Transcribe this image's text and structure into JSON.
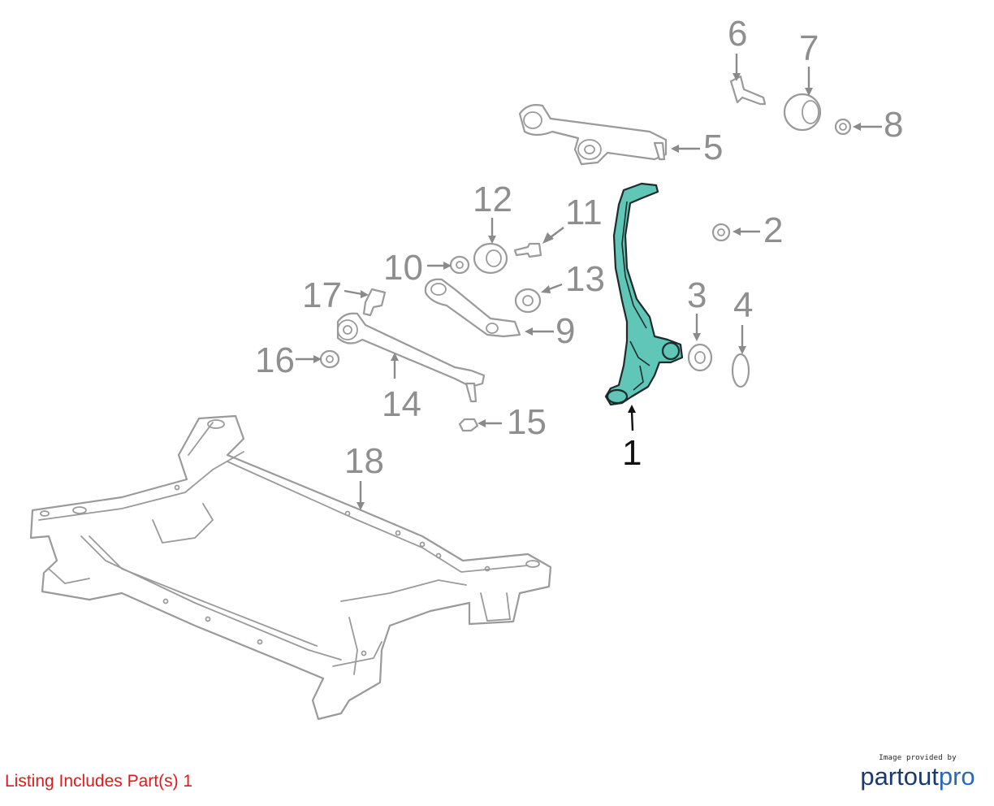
{
  "callouts": {
    "p1": "1",
    "p2": "2",
    "p3": "3",
    "p4": "4",
    "p5": "5",
    "p6": "6",
    "p7": "7",
    "p8": "8",
    "p9": "9",
    "p10": "10",
    "p11": "11",
    "p12": "12",
    "p13": "13",
    "p14": "14",
    "p15": "15",
    "p16": "16",
    "p17": "17",
    "p18": "18"
  },
  "highlight_color": "#5fc6b8",
  "footer": {
    "listing": "Listing Includes Part(s) 1",
    "provided_by": "Image provided by",
    "brand_part1": "partout",
    "brand_part2": "pro"
  }
}
